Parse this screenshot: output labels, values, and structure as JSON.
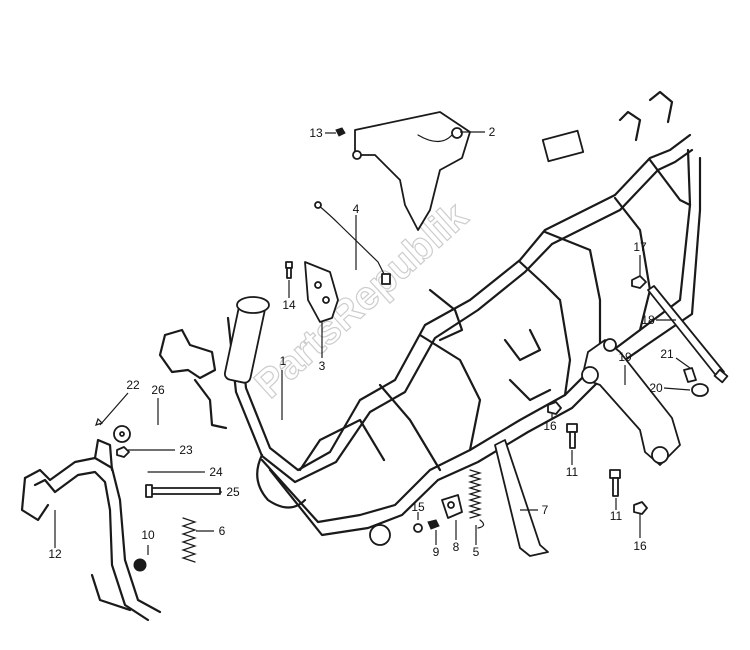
{
  "diagram": {
    "callouts": [
      {
        "id": "c1",
        "label": "1"
      },
      {
        "id": "c2",
        "label": "2"
      },
      {
        "id": "c3",
        "label": "3"
      },
      {
        "id": "c4",
        "label": "4"
      },
      {
        "id": "c5",
        "label": "5"
      },
      {
        "id": "c6",
        "label": "6"
      },
      {
        "id": "c7",
        "label": "7"
      },
      {
        "id": "c8",
        "label": "8"
      },
      {
        "id": "c9",
        "label": "9"
      },
      {
        "id": "c10",
        "label": "10"
      },
      {
        "id": "c11a",
        "label": "11"
      },
      {
        "id": "c11b",
        "label": "11"
      },
      {
        "id": "c12",
        "label": "12"
      },
      {
        "id": "c13",
        "label": "13"
      },
      {
        "id": "c14",
        "label": "14"
      },
      {
        "id": "c15",
        "label": "15"
      },
      {
        "id": "c16a",
        "label": "16"
      },
      {
        "id": "c16b",
        "label": "16"
      },
      {
        "id": "c17",
        "label": "17"
      },
      {
        "id": "c18",
        "label": "18"
      },
      {
        "id": "c19",
        "label": "19"
      },
      {
        "id": "c20",
        "label": "20"
      },
      {
        "id": "c21",
        "label": "21"
      },
      {
        "id": "c22",
        "label": "22"
      },
      {
        "id": "c23",
        "label": "23"
      },
      {
        "id": "c24",
        "label": "24"
      },
      {
        "id": "c25",
        "label": "25"
      },
      {
        "id": "c26",
        "label": "26"
      }
    ],
    "watermark": "PartsRepublik"
  }
}
